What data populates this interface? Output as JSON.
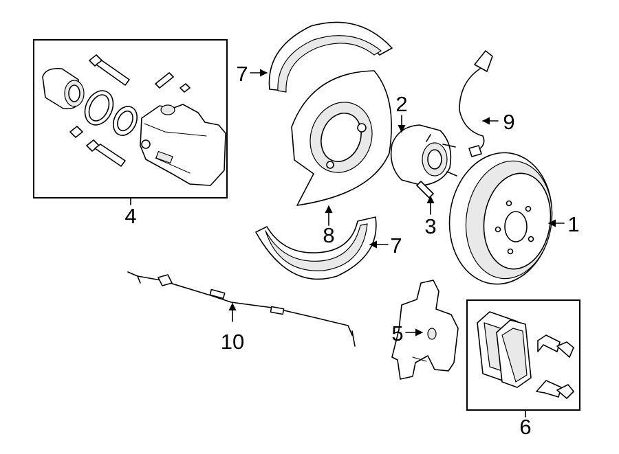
{
  "callouts": {
    "rotor": "1",
    "hub_bearing": "2",
    "wheel_stud": "3",
    "caliper_kit": "4",
    "caliper_bracket": "5",
    "brake_pads": "6",
    "shoe_upper": "7",
    "shoe_lower": "7",
    "backing_plate": "8",
    "brake_hose": "9",
    "wear_sensor": "10"
  }
}
